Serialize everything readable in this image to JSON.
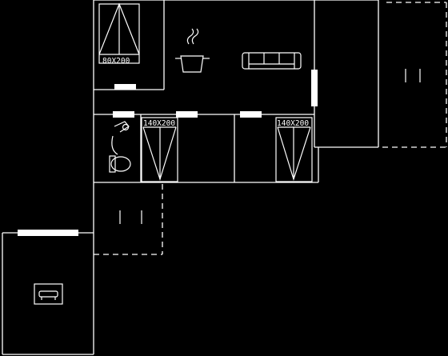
{
  "labels": {
    "bed_small": "80X200",
    "bed_left": "140X200",
    "bed_right": "140X200"
  },
  "icons": {
    "cooking_pot": "steaming-pot-icon",
    "sofa": "sofa-icon",
    "washbasin": "washbasin-icon",
    "car": "car-icon"
  },
  "colors": {
    "background": "#000000",
    "lines": "#ffffff"
  }
}
